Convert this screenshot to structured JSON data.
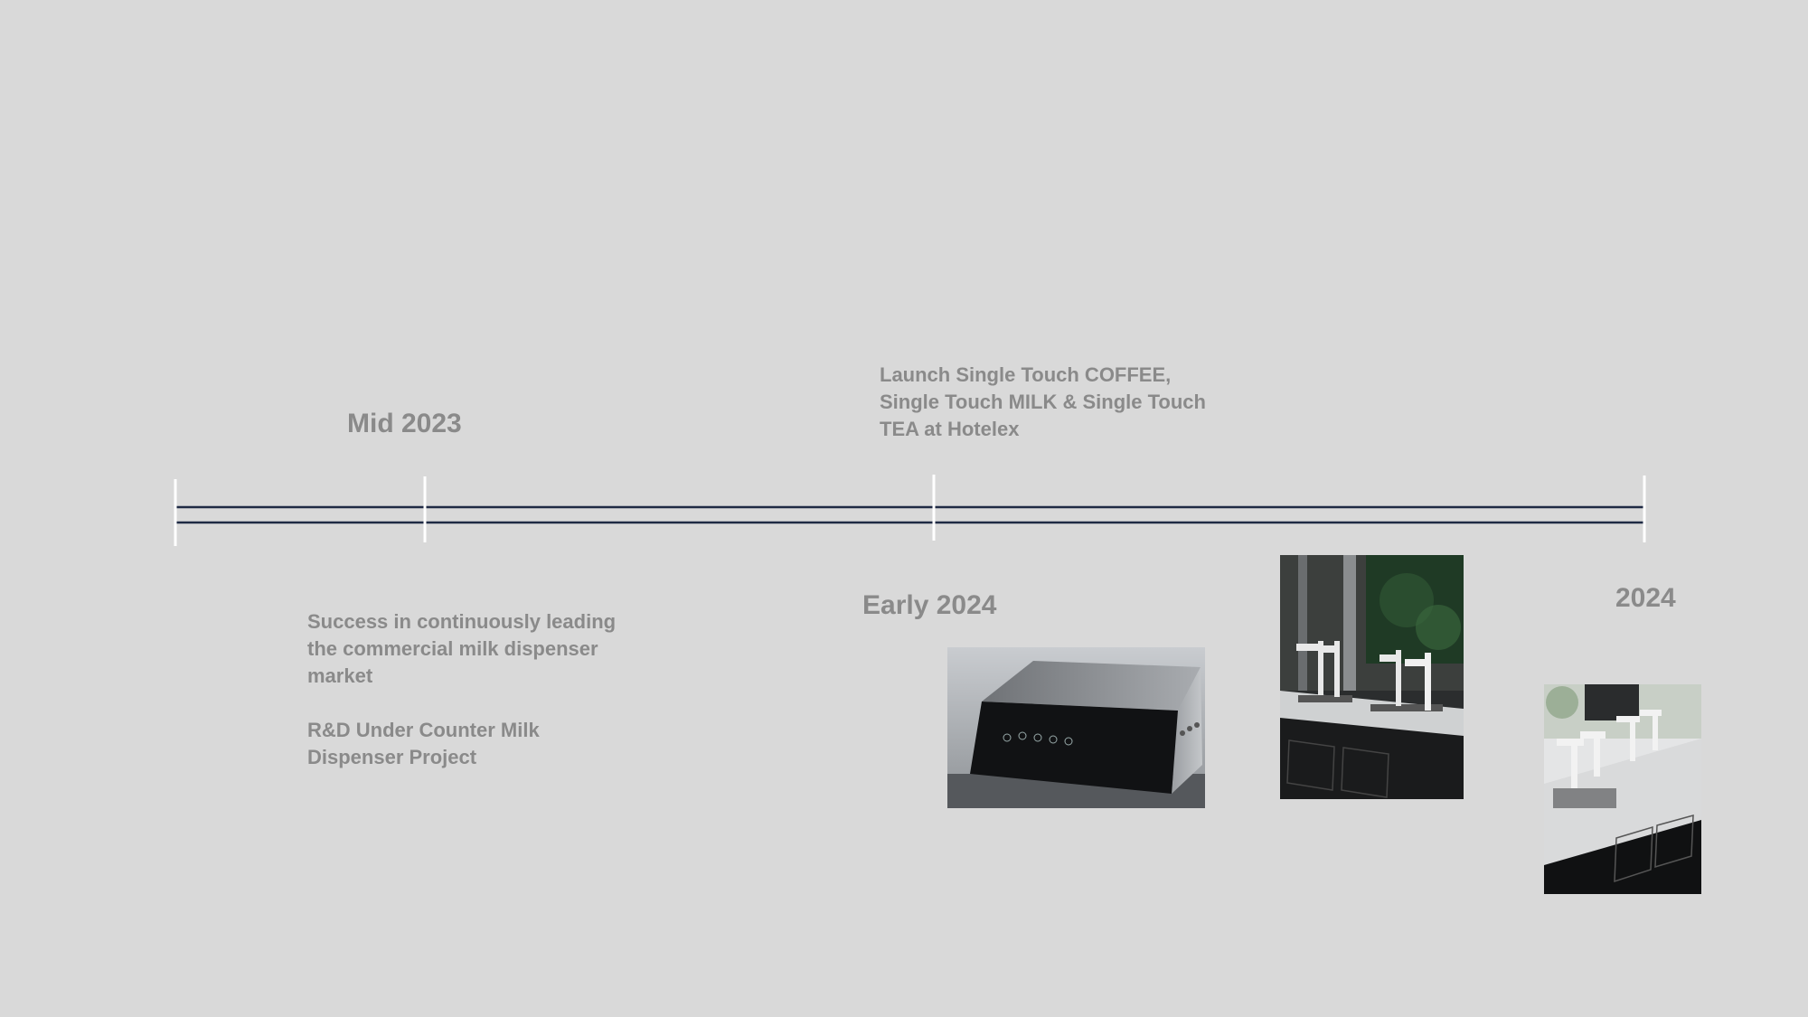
{
  "colors": {
    "background": "#d9d9d9",
    "text": "#8a8a8a",
    "timeline_line": "#1f2a44",
    "tick": "#ffffff"
  },
  "milestones": [
    {
      "date": "Mid 2023",
      "description": "Success in continuously leading\nthe commercial milk dispenser\nmarket\n\nR&D Under Counter Milk\nDispenser Project"
    },
    {
      "date": "Early 2024",
      "description": "Launch Single Touch COFFEE,\nSingle Touch MILK & Single Touch\nTEA at Hotelex"
    },
    {
      "date": "2024",
      "description": ""
    }
  ],
  "images": [
    {
      "icon": "milk-dispenser-box-photo"
    },
    {
      "icon": "single-touch-taps-photo"
    },
    {
      "icon": "under-counter-taps-photo"
    }
  ]
}
